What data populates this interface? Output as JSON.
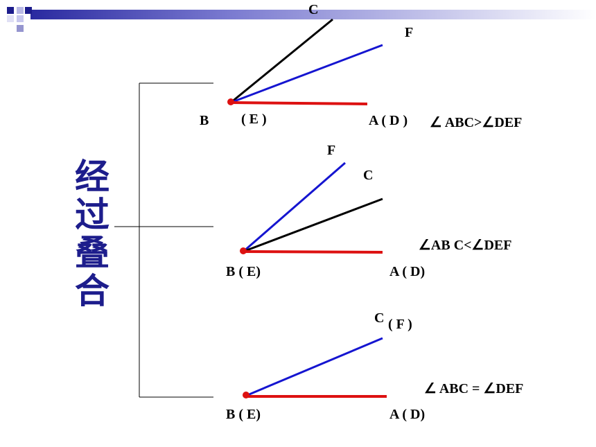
{
  "title_vertical": "经过叠合",
  "colors": {
    "ray_BA": "#dd1111",
    "ray_BC": "#000000",
    "ray_EF": "#1515d0",
    "point": "#dd1111",
    "bracket": "#000000",
    "chinese_text": "#1d1d8c",
    "header_squares": "#1d1d8c",
    "header_gradient": "#9a9ad8"
  },
  "cases": [
    {
      "id": "case1",
      "labels": {
        "B": "B",
        "E": "( E )",
        "AD": "A ( D )",
        "C": "C",
        "F": "F",
        "relation": "∠ ABC>∠DEF"
      }
    },
    {
      "id": "case2",
      "labels": {
        "B": "B  ( E)",
        "AD": "A  ( D)",
        "C": "C",
        "F": "F",
        "relation": "∠AB C<∠DEF"
      }
    },
    {
      "id": "case3",
      "labels": {
        "B": "B  ( E)",
        "AD": "A  ( D)",
        "C": "C",
        "F": "( F )",
        "relation": "∠ ABC = ∠DEF"
      }
    }
  ]
}
